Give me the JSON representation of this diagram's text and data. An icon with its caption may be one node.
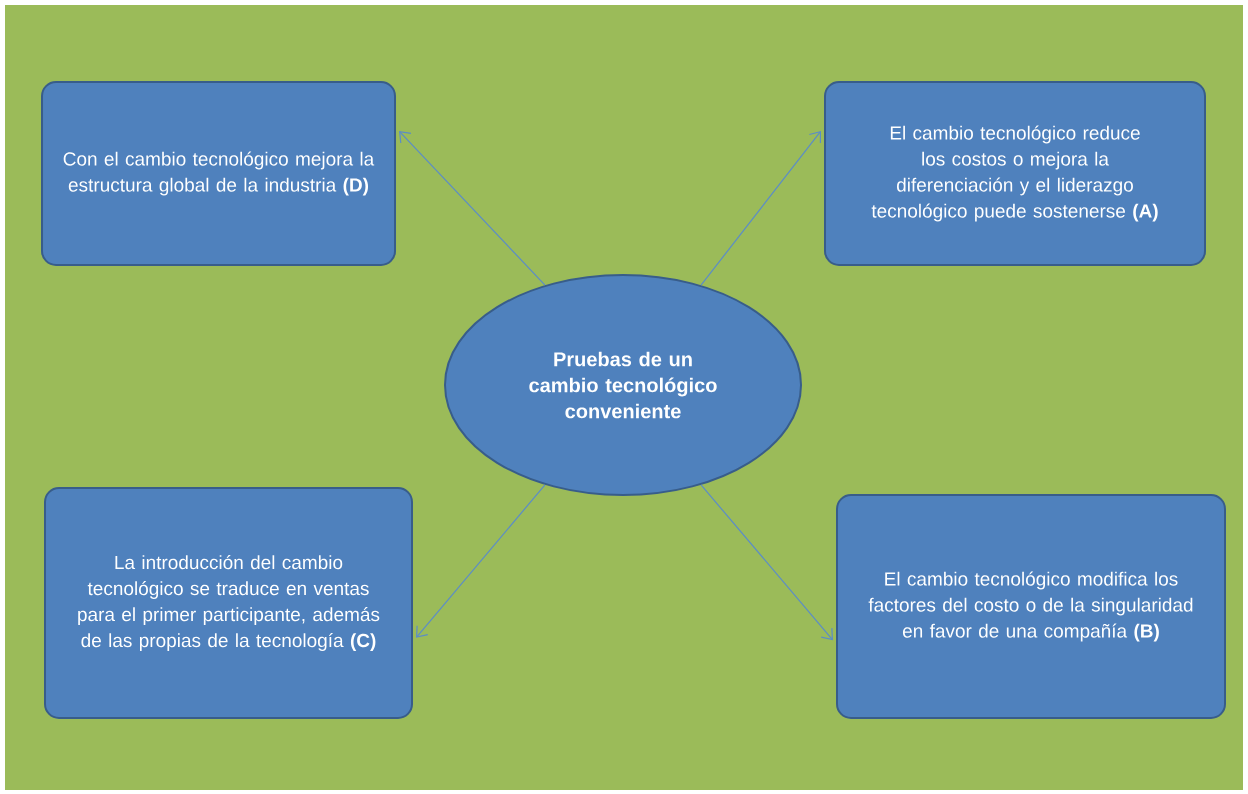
{
  "diagram": {
    "nodes": [
      {
        "text": [
          "Con el cambio tecnológico mejora la estructura global de la industria **(D)**"
        ]
      },
      {
        "text": [
          "El cambio tecnológico reduce los costos o mejora la diferenciación y el liderazgo tecnológico puede sostenerse **(A)**"
        ]
      },
      {
        "text": [
          "Pruebas de un cambio tecnológico conveniente"
        ]
      },
      {
        "text": [
          "La introducción del cambio tecnológico se traduce en ventas para el primer participante, además de las propias de la tecnología **(C)**"
        ]
      },
      {
        "text": [
          "El cambio tecnológico modifica los factores del costo o de la singularidad en favor de una compañía **(B)**"
        ]
      }
    ],
    "edges": [
      {
        "from": 2,
        "to": 0,
        "arrow": "to"
      },
      {
        "from": 2,
        "to": 1,
        "arrow": "to"
      },
      {
        "from": 2,
        "to": 3,
        "arrow": "to"
      },
      {
        "from": 2,
        "to": 4,
        "arrow": "to"
      }
    ]
  }
}
